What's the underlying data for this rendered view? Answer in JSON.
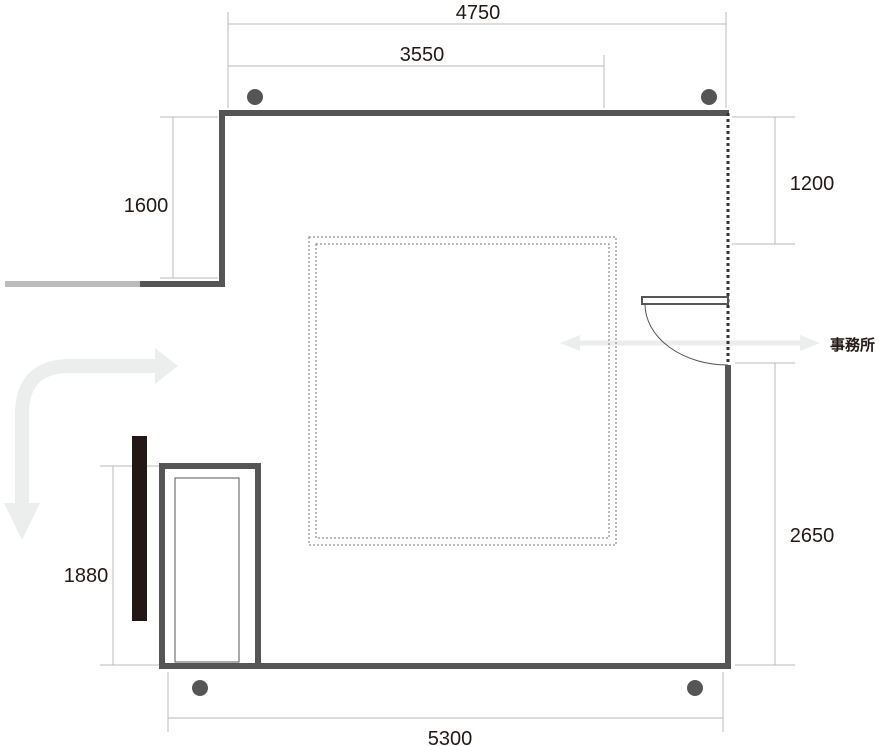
{
  "dimensions": {
    "top_total": "4750",
    "top_partial": "3550",
    "left_upper": "1600",
    "right_upper": "1200",
    "right_lower": "2650",
    "left_lower": "1880",
    "bottom_total": "5300"
  },
  "labels": {
    "office": "事務所"
  },
  "colors": {
    "wall": "#555555",
    "dim_line": "#bbbbbb",
    "arrow": "#eceeed",
    "panel": "#231815"
  }
}
